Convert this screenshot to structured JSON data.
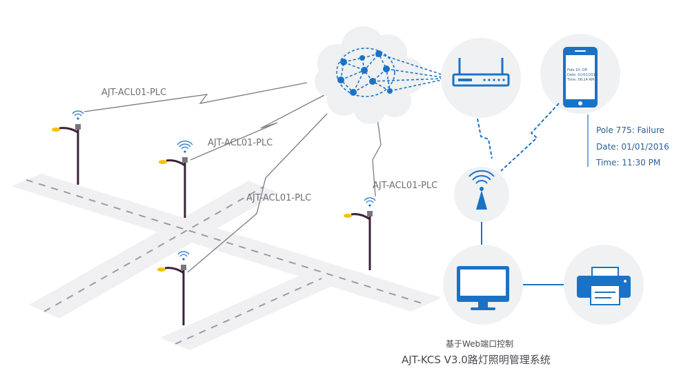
{
  "links": {
    "label_1": "AJT-ACL01-PLC",
    "label_2": "AJT-ACL01-PLC",
    "label_3": "AJT-ACL01-PLC",
    "label_4": "AJT-ACL01-PLC"
  },
  "phone_screen": {
    "line_1": "Pole 10: Off",
    "line_2": "Date: 01/02/2011",
    "line_3": "Time: 06:24 AM"
  },
  "status_message": {
    "line_1": "Pole 775: Failure",
    "line_2": "Date: 01/01/2016",
    "line_3": "Time: 11:30 PM"
  },
  "caption": {
    "line_1": "基于Web端口控制",
    "line_2": "AJT-KCS  V3.0路灯照明管理系统"
  },
  "colors": {
    "accent_blue": "#1a72c6",
    "circle_bg": "#eff1f3",
    "road": "#f0f0f2",
    "pole": "#3a2039",
    "lamp": "#f2c200"
  }
}
